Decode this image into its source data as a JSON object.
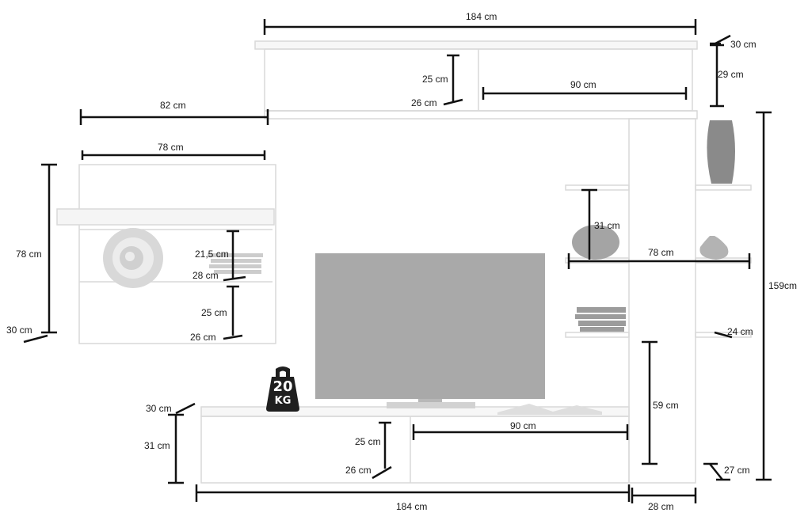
{
  "dimensions": {
    "top_width": "184 cm",
    "top_depth": "30 cm",
    "top_height": "29 cm",
    "top_inner_height": "25 cm",
    "top_inner_depth": "26 cm",
    "top_inner_width": "90 cm",
    "cabinet_width": "82 cm",
    "cabinet_inner_width": "78 cm",
    "cabinet_height": "78 cm",
    "cabinet_depth": "30 cm",
    "cabinet_shelf_height": "21,5 cm",
    "cabinet_shelf_depth": "28 cm",
    "cabinet_lower_height": "25 cm",
    "cabinet_lower_depth": "26 cm",
    "shelf_spacing": "31 cm",
    "shelf_width": "78 cm",
    "shelf_depth": "24 cm",
    "total_height": "159cm",
    "column_height": "59 cm",
    "column_depth": "27 cm",
    "column_width": "28 cm",
    "base_depth": "30 cm",
    "base_height": "31 cm",
    "base_inner_height": "25 cm",
    "base_inner_depth": "26 cm",
    "base_inner_width": "90 cm",
    "base_width": "184 cm"
  },
  "weight_badge": {
    "number": "20",
    "unit": "KG"
  }
}
